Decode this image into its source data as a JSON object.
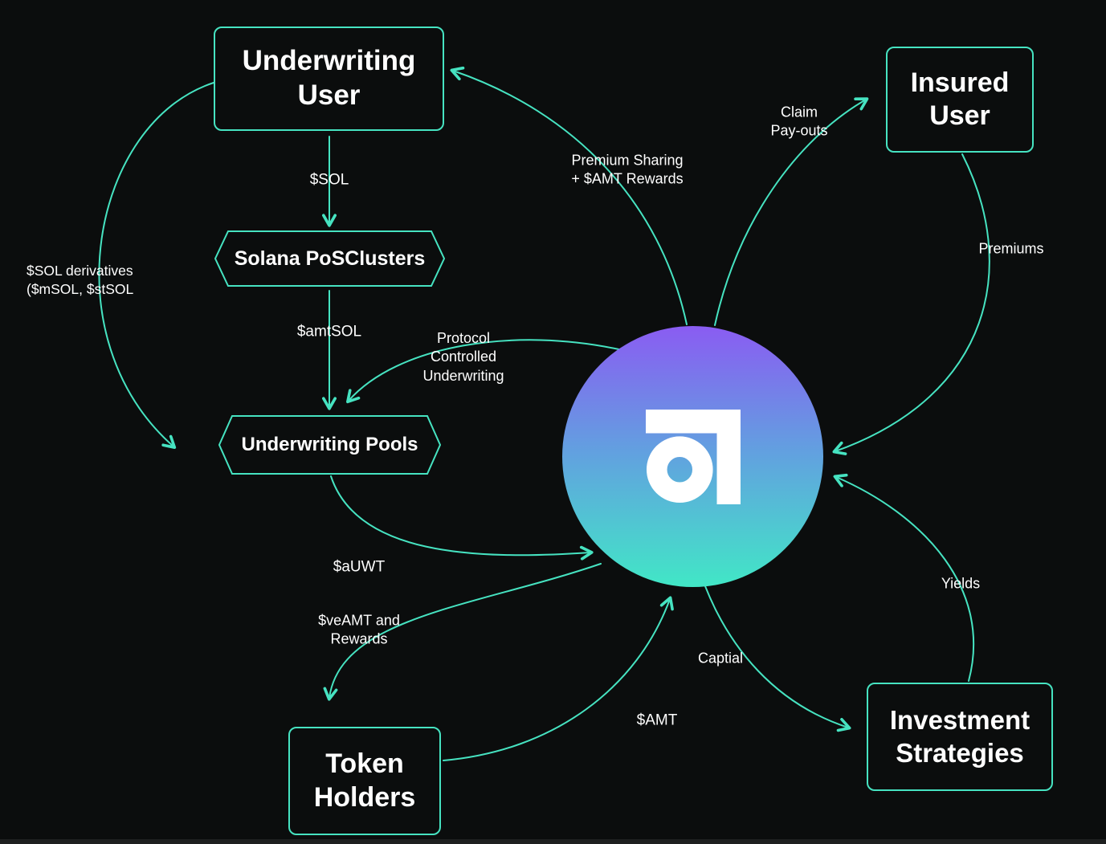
{
  "colors": {
    "background": "#0b0d0d",
    "accent": "#46e3c1",
    "text": "#ffffff",
    "hub_gradient_top": "#8a5cf2",
    "hub_gradient_bottom": "#41e7c6"
  },
  "nodes": {
    "underwriting_user": "Underwriting\nUser",
    "solana_pos_clusters": "Solana PoSClusters",
    "underwriting_pools": "Underwriting Pools",
    "insured_user": "Insured\nUser",
    "token_holders": "Token\nHolders",
    "investment_strategies": "Investment\nStrategies"
  },
  "hub": {
    "logo": "amulet-logo"
  },
  "edge_labels": {
    "sol": "$SOL",
    "amtsol": "$amtSOL",
    "sol_derivatives": "$SOL derivatives\n($mSOL, $stSOL",
    "premium_sharing": "Premium Sharing\n+ $AMT Rewards",
    "claim_payouts": "Claim\nPay-outs",
    "premiums": "Premiums",
    "protocol_controlled": "Protocol\nControlled\nUnderwriting",
    "auwt": "$aUWT",
    "veamt": "$veAMT and\nRewards",
    "amt": "$AMT",
    "capital": "Captial",
    "yields": "Yields"
  }
}
